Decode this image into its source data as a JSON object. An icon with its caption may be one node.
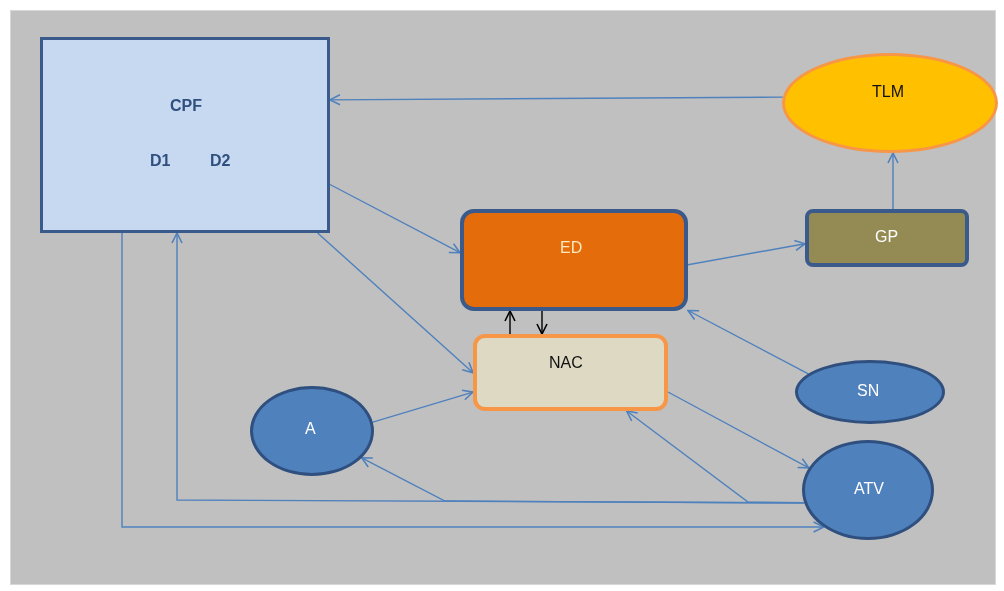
{
  "diagram": {
    "nodes": [
      {
        "text": [
          "CPF",
          "D1",
          "D2"
        ]
      },
      {
        "text": [
          "TLM"
        ]
      },
      {
        "text": [
          "ED"
        ]
      },
      {
        "text": [
          "GP"
        ]
      },
      {
        "text": [
          "NAC"
        ]
      },
      {
        "text": [
          "A"
        ]
      },
      {
        "text": [
          "SN"
        ]
      },
      {
        "text": [
          "ATV"
        ]
      }
    ],
    "edges": [
      {
        "from": 1,
        "to": 0,
        "arrow": "to"
      },
      {
        "from": 0,
        "to": 2,
        "arrow": "to"
      },
      {
        "from": 0,
        "to": 4,
        "arrow": "to"
      },
      {
        "from": 2,
        "to": 3,
        "arrow": "to"
      },
      {
        "from": 3,
        "to": 1,
        "arrow": "to"
      },
      {
        "from": 6,
        "to": 2,
        "arrow": "to"
      },
      {
        "from": 4,
        "to": 2,
        "arrow": "to",
        "color": "#000000"
      },
      {
        "from": 2,
        "to": 4,
        "arrow": "to",
        "color": "#000000"
      },
      {
        "from": 5,
        "to": 4,
        "arrow": "to"
      },
      {
        "from": 4,
        "to": 7,
        "arrow": "to"
      },
      {
        "from": 7,
        "to": 0,
        "arrow": "to"
      },
      {
        "from": 7,
        "to": 5,
        "arrow": "to"
      },
      {
        "from": 7,
        "to": 4,
        "arrow": "to"
      },
      {
        "from": 0,
        "to": 7,
        "arrow": "to"
      }
    ]
  }
}
